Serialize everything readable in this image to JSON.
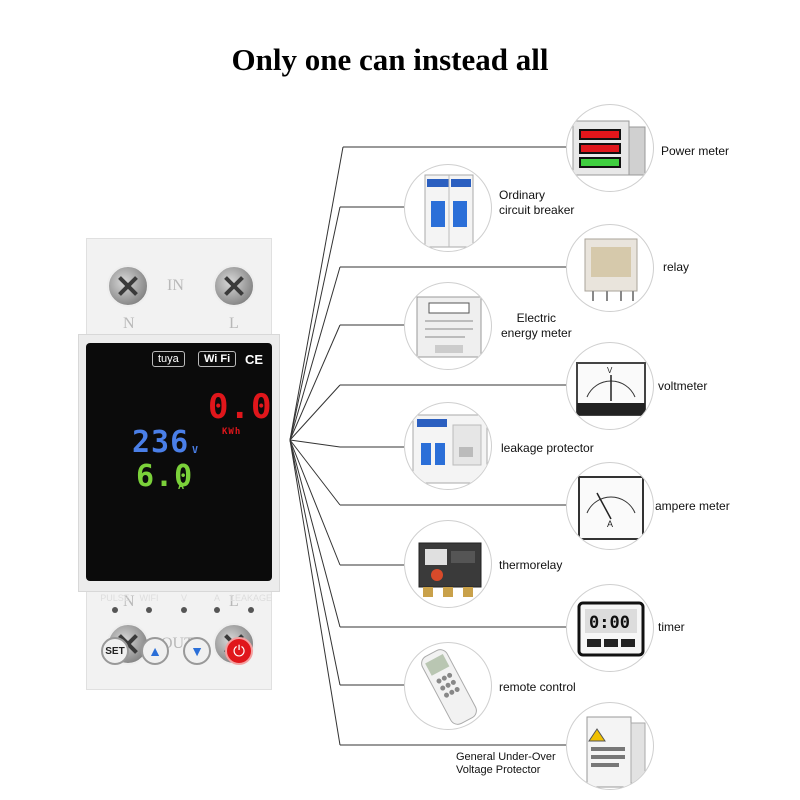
{
  "title": "Only one can instead all",
  "device": {
    "terminal_in": "IN",
    "terminal_out": "OUT",
    "neutral": "N",
    "line": "L",
    "brand": "tuya",
    "wifi": "Wi Fi",
    "ce": "CE",
    "energy_value": "0.0",
    "energy_unit": "KWh",
    "voltage_value": "236",
    "voltage_unit": "V",
    "current_value": "6.0",
    "current_unit": "A",
    "indicators": [
      "PULSE",
      "WIFI",
      "V",
      "A",
      "LEAKAGE"
    ],
    "buttons": {
      "set": "SET",
      "up": "▲",
      "down": "▼",
      "power": "⏻"
    }
  },
  "items": [
    {
      "label": "Power meter",
      "icon": "power-meter-icon"
    },
    {
      "label": "Ordinary\ncircuit breaker",
      "icon": "circuit-breaker-icon"
    },
    {
      "label": "relay",
      "icon": "relay-icon"
    },
    {
      "label": "Electric\nenergy meter",
      "icon": "energy-meter-icon"
    },
    {
      "label": "voltmeter",
      "icon": "voltmeter-icon"
    },
    {
      "label": "leakage protector",
      "icon": "leakage-protector-icon"
    },
    {
      "label": "ampere meter",
      "icon": "ampere-meter-icon"
    },
    {
      "label": "thermorelay",
      "icon": "thermorelay-icon"
    },
    {
      "label": "timer",
      "icon": "timer-icon"
    },
    {
      "label": "remote control",
      "icon": "remote-control-icon"
    },
    {
      "label": "General Under-Over\nVoltage Protector",
      "icon": "voltage-protector-icon"
    }
  ],
  "colors": {
    "energy": "#e0161b",
    "voltage": "#4a7fe8",
    "current": "#7bd13a",
    "power_button": "#e0161b",
    "arrow_button": "#2b6fd8"
  }
}
